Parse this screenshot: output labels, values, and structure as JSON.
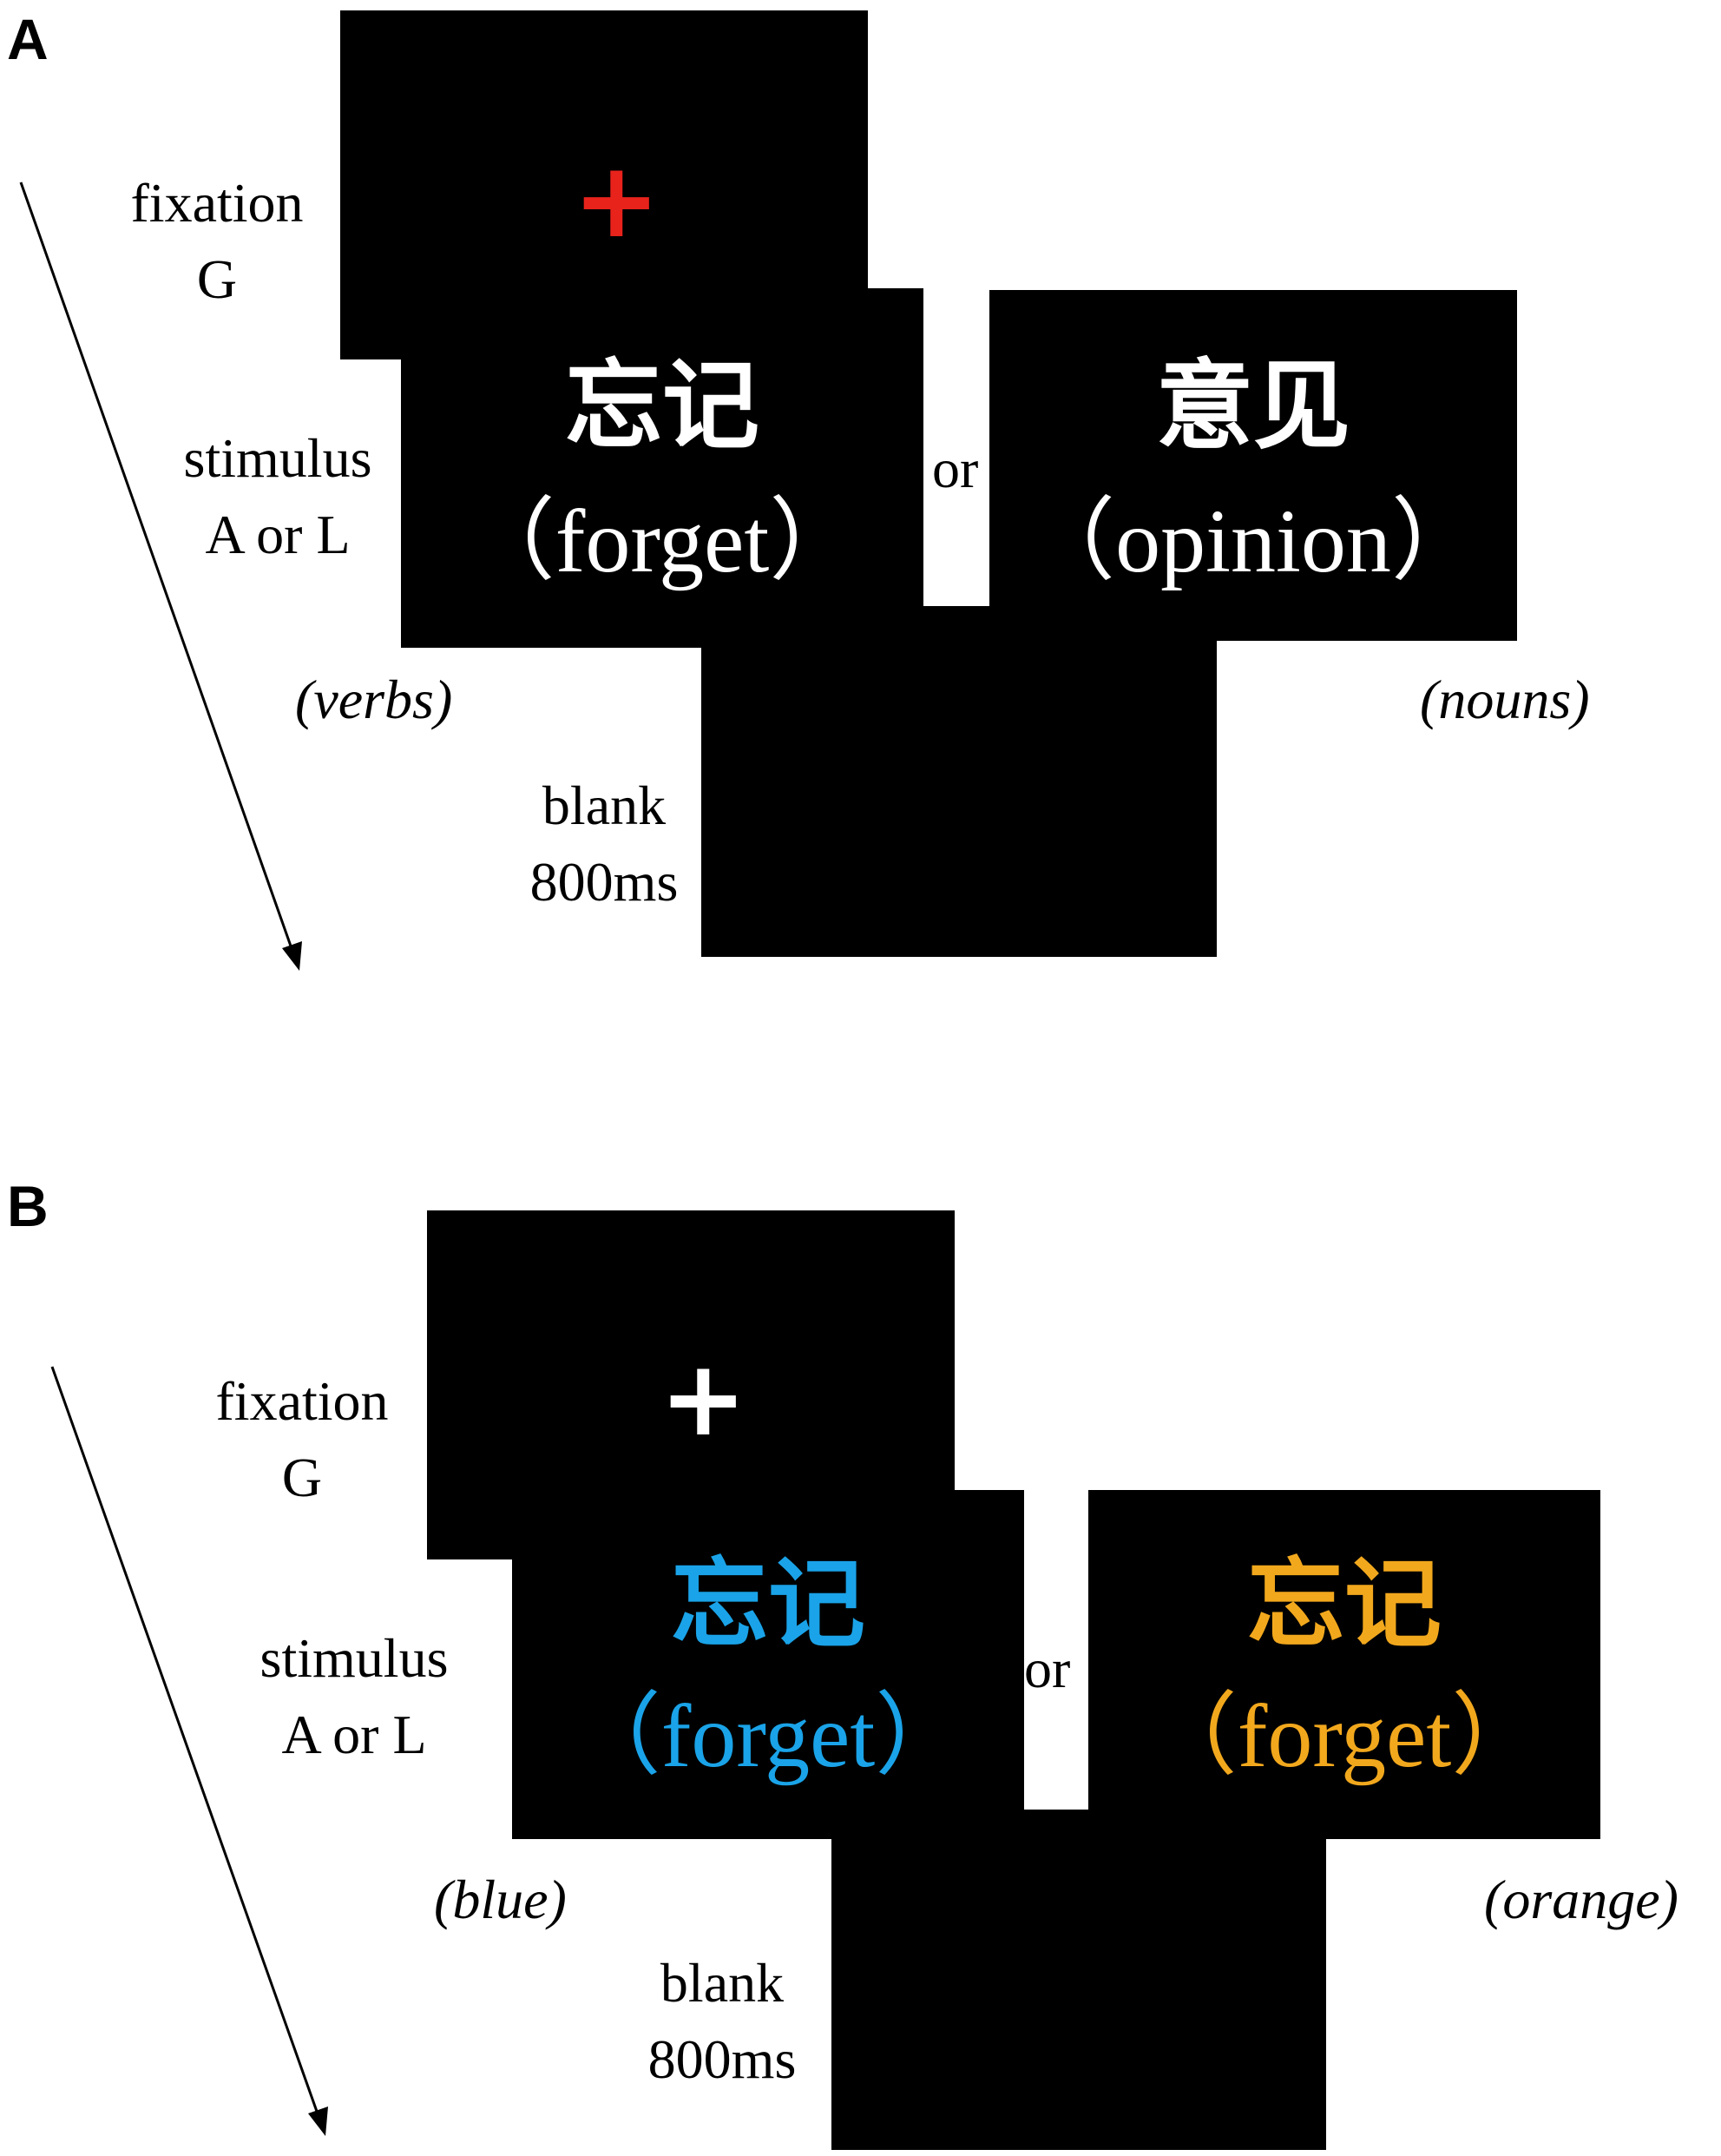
{
  "panels": [
    {
      "letter": "A",
      "fixation_label": "fixation",
      "fixation_duration": "G",
      "fixation_symbol": "+",
      "fixation_color": "#e8231c",
      "stimulus_label": "stimulus",
      "stimulus_duration": "A or L",
      "left_word": {
        "zh": "忘记",
        "en": "（forget）",
        "color": "#ffffff"
      },
      "or_text": "or",
      "right_word": {
        "zh": "意见",
        "en": "（opinion）",
        "color": "#ffffff"
      },
      "left_condition": "(verbs)",
      "right_condition": "(nouns)",
      "blank_label": "blank",
      "blank_duration": "800ms"
    },
    {
      "letter": "B",
      "fixation_label": "fixation",
      "fixation_duration": "G",
      "fixation_symbol": "+",
      "fixation_color": "#ffffff",
      "stimulus_label": "stimulus",
      "stimulus_duration": "A or L",
      "left_word": {
        "zh": "忘记",
        "en": "（forget）",
        "color": "#1aa3e8"
      },
      "or_text": "or",
      "right_word": {
        "zh": "忘记",
        "en": "（forget）",
        "color": "#f2a81d"
      },
      "left_condition": "(blue)",
      "right_condition": "(orange)",
      "blank_label": "blank",
      "blank_duration": "800ms"
    }
  ]
}
